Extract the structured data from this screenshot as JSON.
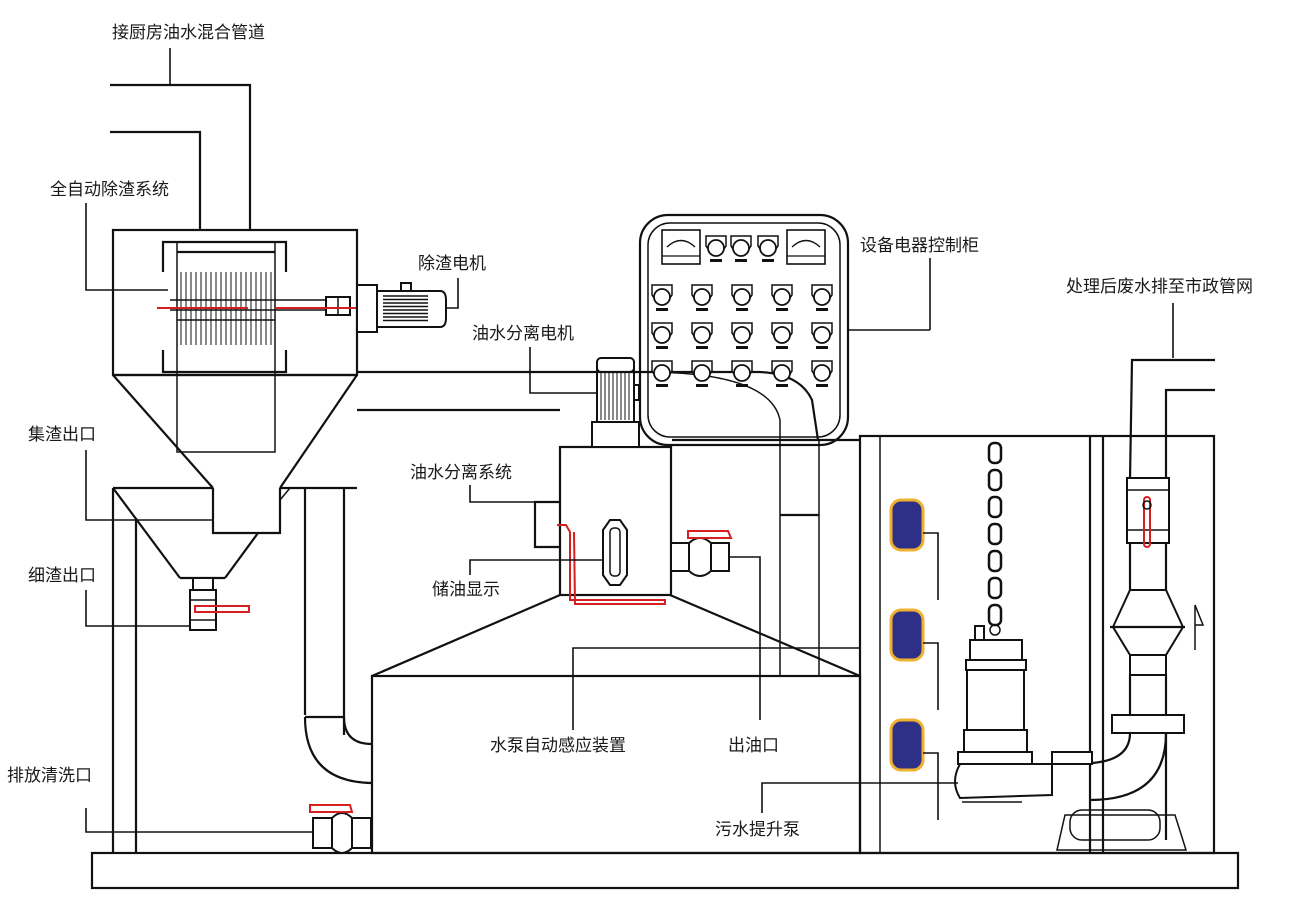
{
  "title": "厨房油水分离器结构示意图",
  "labels": {
    "inlet_pipe": "接厨房油水混合管道",
    "auto_slag_system": "全自动除渣系统",
    "slag_motor": "除渣电机",
    "separation_motor": "油水分离电机",
    "control_cabinet": "设备电器控制柜",
    "discharge": "处理后废水排至市政管网",
    "slag_collect_outlet": "集渣出口",
    "fine_slag_outlet": "细渣出口",
    "separation_system": "油水分离系统",
    "oil_display": "储油显示",
    "drain_clean_outlet": "排放清洗口",
    "pump_sensor": "水泵自动感应装置",
    "oil_outlet": "出油口",
    "sewage_pump": "污水提升泵"
  },
  "colors": {
    "line": "#111111",
    "valve_handle": "#d81e1e",
    "float_body": "#2e2f86",
    "float_rim": "#f0b030"
  }
}
